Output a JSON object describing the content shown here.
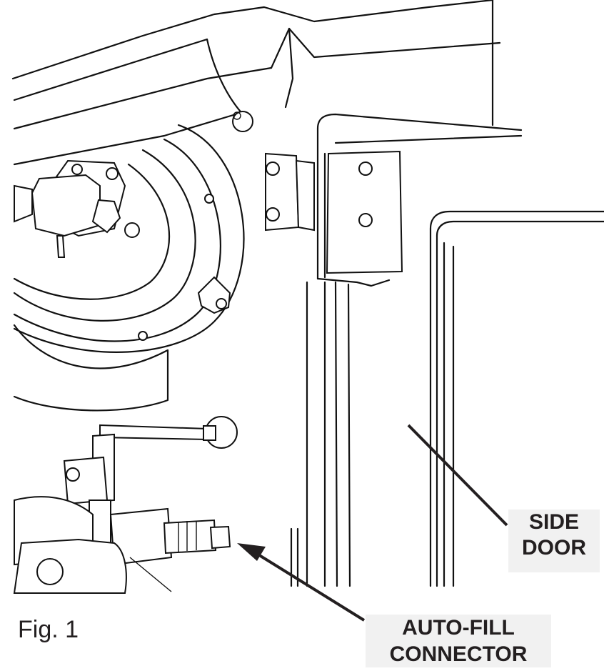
{
  "figure": {
    "caption": "Fig. 1",
    "callouts": {
      "side_door": {
        "line1": "SIDE",
        "line2": "DOOR"
      },
      "auto_fill": {
        "line1": "AUTO-FILL",
        "line2": "CONNECTOR"
      }
    }
  }
}
